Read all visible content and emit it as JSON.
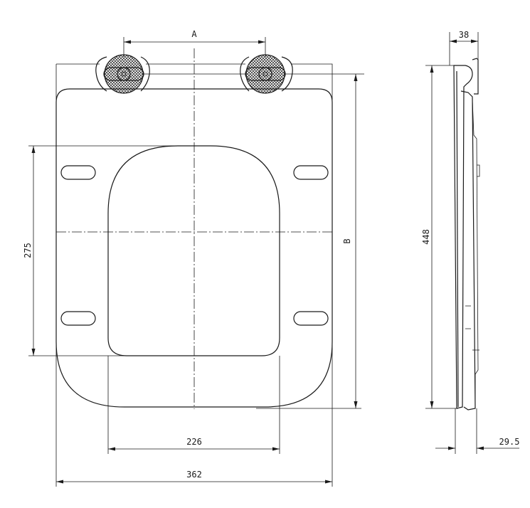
{
  "front_view": {
    "dim_hinge_spacing": "A",
    "dim_seat_depth": "B",
    "dim_opening_length": "275",
    "dim_opening_width": "226",
    "dim_seat_width": "362"
  },
  "side_view": {
    "dim_hinge_depth": "38",
    "dim_total_length": "448",
    "dim_thickness": "29.5"
  }
}
